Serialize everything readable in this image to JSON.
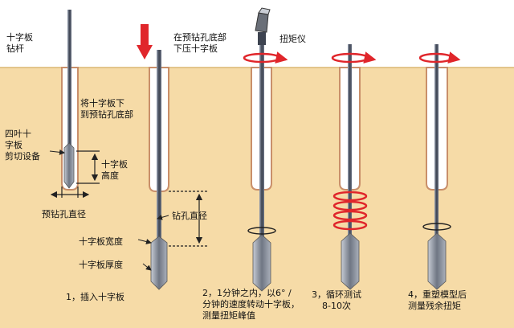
{
  "colors": {
    "sky": "#ffffff",
    "soil": "#f6dba7",
    "soil_edge": "#e3c58b",
    "rod": "#3d4350",
    "rod_light": "#9aa3b5",
    "hole": "#ffffff",
    "hole_edge": "#c98f6a",
    "blade": "#8a909c",
    "arrow_red": "#e0262b",
    "dim_line": "#222222"
  },
  "icons": {
    "torque_meter": "torque-wrench-icon",
    "rotation": "rotation-arrow-icon",
    "push_down": "down-arrow-icon"
  },
  "labels": {
    "vane_rod": "十字板\n钻杆",
    "four_blade_device": "四叶十\n字板\n剪切设备",
    "lower_vane": "将十字板下\n到预钻孔底部",
    "vane_height": "十字板\n高度",
    "predrill_dia_1": "预钻孔直径",
    "push_at_bottom": "在预钻孔底部\n下压十字板",
    "predrill_dia_2": "钻孔直径",
    "vane_width": "十字板宽度",
    "vane_thickness": "十字板厚度",
    "torque_meter": "扭矩仪"
  },
  "steps": [
    "1，插入十字板",
    "2，1分钟之内，以6° /\n分钟的速度转动十字板，\n测量扭矩峰值",
    "3，循环测试\n8-10次",
    "4，重塑模型后\n测量残余扭矩"
  ]
}
